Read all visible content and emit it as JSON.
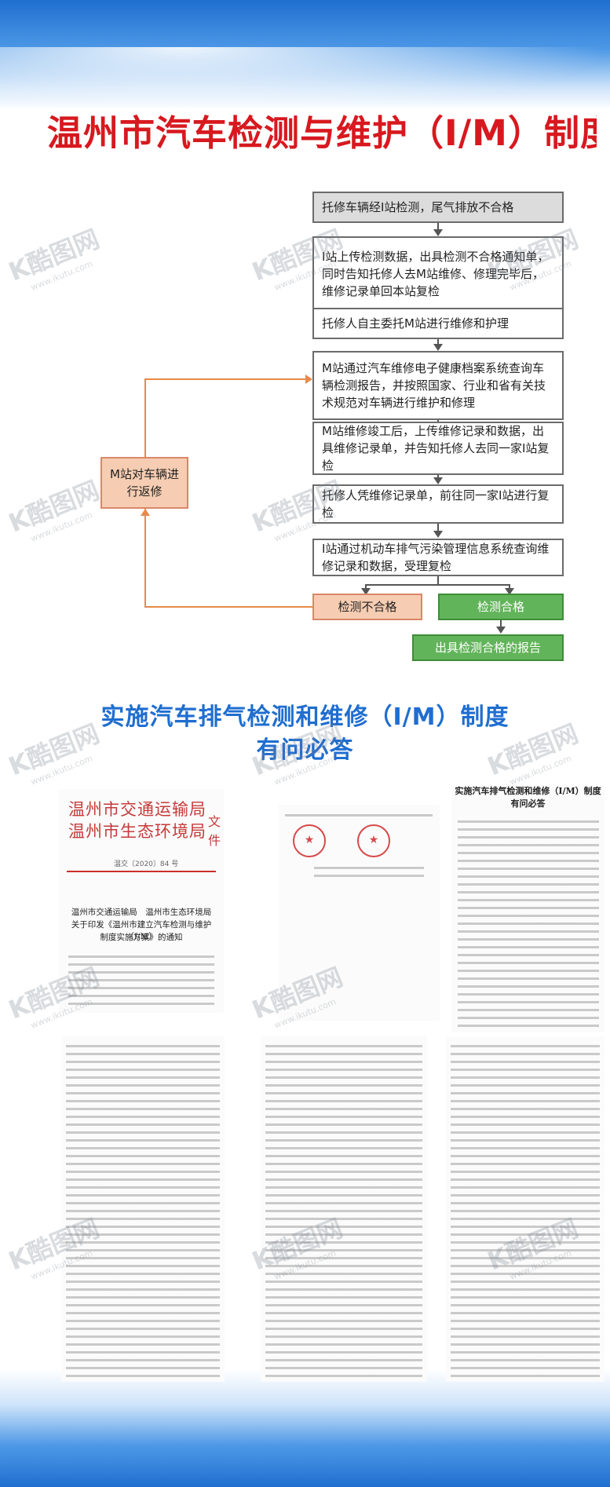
{
  "title": "温州市汽车检测与维护（I/M）制度业务流",
  "flow": {
    "steps": [
      "托修车辆经I站检测，尾气排放不合格",
      "I站上传检测数据，出具检测不合格通知单，同时告知托修人去M站维修、修理完毕后，维修记录单回本站复检",
      "托修人自主委托M站进行维修和护理",
      "M站通过汽车维修电子健康档案系统查询车辆检测报告，并按照国家、行业和省有关技术规范对车辆进行维护和修理",
      "M站维修竣工后，上传维修记录和数据，出具维修记录单，并告知托修人去同一家I站复检",
      "托修人凭维修记录单，前往同一家I站进行复检",
      "I站通过机动车排气污染管理信息系统查询维修记录和数据，受理复检"
    ],
    "side_box": "M站对车辆进行返修",
    "fail_box": "检测不合格",
    "pass_box": "检测合格",
    "report_box": "出具检测合格的报告",
    "colors": {
      "fail": "#f6cdb2",
      "pass": "#62b45a",
      "arrow": "#e88a4a"
    }
  },
  "subtitle": {
    "line1": "实施汽车排气检测和维修（I/M）制度",
    "line2": "有问必答"
  },
  "document": {
    "org_line1": "温州市交通运输局",
    "org_line2": "温州市生态环境局",
    "org_suffix": "文件",
    "doc_number": "温交〔2020〕84 号",
    "heading_line1": "温州市交通运输局　温州市生态环境局",
    "heading_line2": "关于印发《温州市建立汽车检测与维护（I/M）",
    "heading_line3": "制度实施方案》的通知",
    "qa_title_line1": "实施汽车排气检测和维修（I/M）制度",
    "qa_title_line2": "有问必答"
  },
  "watermark": {
    "logo": "K酷图网",
    "url": "www.ikutu.com"
  }
}
